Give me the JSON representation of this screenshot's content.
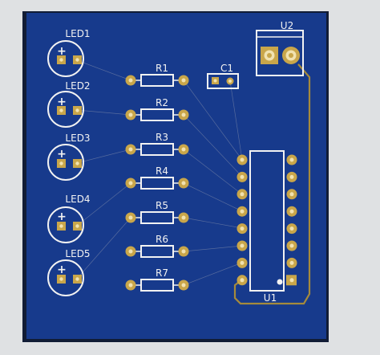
{
  "canvas": {
    "background": "#dfe1e3",
    "board_color": "#173a8c",
    "shadow_color": "#111c35",
    "silk_color": "#f2f2f2",
    "pad_color": "#c9a64a",
    "trace_color": "#a58a3c",
    "hole_color": "#f1e2b0",
    "ratsnest_color": "#8a93ad"
  },
  "leds": [
    {
      "label": "LED1",
      "polarity": "+"
    },
    {
      "label": "LED2",
      "polarity": "+"
    },
    {
      "label": "LED3",
      "polarity": "+"
    },
    {
      "label": "LED4",
      "polarity": "+"
    },
    {
      "label": "LED5",
      "polarity": "+"
    }
  ],
  "resistors": [
    {
      "label": "R1"
    },
    {
      "label": "R2"
    },
    {
      "label": "R3"
    },
    {
      "label": "R4"
    },
    {
      "label": "R5"
    },
    {
      "label": "R6"
    },
    {
      "label": "R7"
    }
  ],
  "capacitor": {
    "label": "C1"
  },
  "connector": {
    "label": "U2"
  },
  "ic": {
    "label": "U1",
    "pins_per_side": 8
  }
}
